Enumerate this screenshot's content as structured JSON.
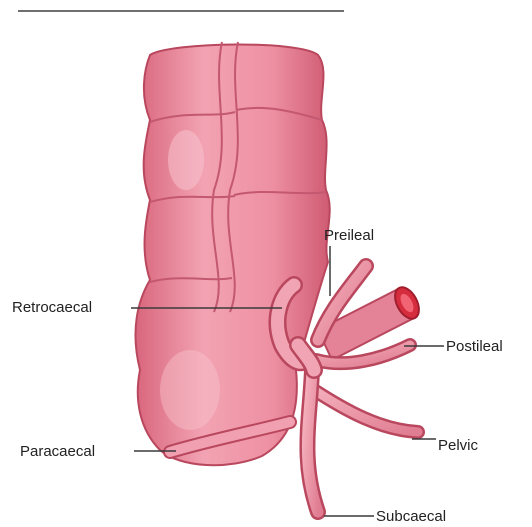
{
  "labels": {
    "preileal": "Preileal",
    "retrocaecal": "Retrocaecal",
    "postileal": "Postileal",
    "pelvic": "Pelvic",
    "paracaecal": "Paracaecal",
    "subcaecal": "Subcaecal"
  },
  "colors": {
    "tissue": "#ec8a9c",
    "tissue_light": "#f6b9c5",
    "tissue_dark": "#b9475d",
    "ileum_inner": "#d62d3e",
    "leader_line": "#3a3a3a",
    "rule": "#6f6f6f"
  }
}
